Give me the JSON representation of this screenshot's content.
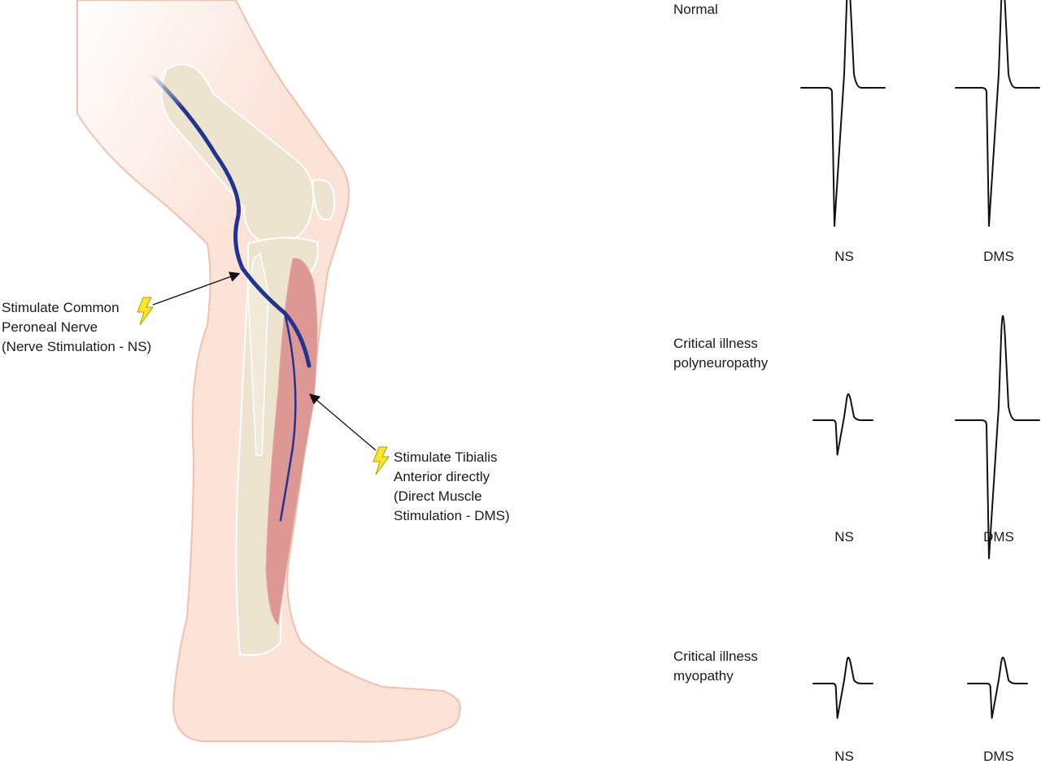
{
  "annotations": {
    "nerve_stim": [
      "Stimulate Common",
      "Peroneal Nerve",
      "(Nerve Stimulation - NS)"
    ],
    "muscle_stim": [
      "Stimulate Tibialis",
      "Anterior directly",
      "(Direct Muscle",
      "Stimulation - DMS)"
    ]
  },
  "panels": [
    {
      "title_lines": [
        "Normal"
      ],
      "ns": {
        "label": "NS",
        "amplitude": 1.0
      },
      "dms": {
        "label": "DMS",
        "amplitude": 1.0
      }
    },
    {
      "title_lines": [
        "Critical illness",
        "polyneuropathy"
      ],
      "ns": {
        "label": "NS",
        "amplitude": 0.25
      },
      "dms": {
        "label": "DMS",
        "amplitude": 1.0
      }
    },
    {
      "title_lines": [
        "Critical illness",
        "myopathy"
      ],
      "ns": {
        "label": "NS",
        "amplitude": 0.25
      },
      "dms": {
        "label": "DMS",
        "amplitude": 0.25
      }
    }
  ],
  "colors": {
    "skin": "#fbe3d8",
    "skin_outline": "#efc2ad",
    "bone": "#ece4cf",
    "muscle": "#de9894",
    "nerve": "#1f3591",
    "bolt": "#fbe62a",
    "waveform": "#111111"
  },
  "icons": {
    "stimulation": "lightning-bolt-icon"
  }
}
